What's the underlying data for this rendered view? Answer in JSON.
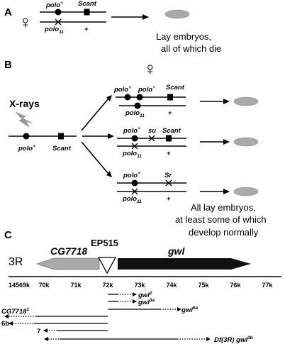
{
  "panels": {
    "a": "A",
    "b": "B",
    "c": "C"
  },
  "symbols": {
    "female": "♀"
  },
  "alleles": {
    "polo": "polo",
    "polo_plus_sup": "+",
    "polo11_sup": "11",
    "scant": "Scant",
    "plus": "+",
    "su": "su",
    "sr": "Sr"
  },
  "panel_a": {
    "result": [
      "Lay embryos,",
      "all of which die"
    ]
  },
  "panel_b": {
    "xrays": "X-rays",
    "result": [
      "All lay embryos,",
      "at least some of which",
      "develop normally"
    ]
  },
  "panel_c": {
    "chromosome": "3R",
    "insertion": "EP515",
    "genes": {
      "left": "CG7718",
      "right": "gwl"
    },
    "ticks": [
      "14569k",
      "70k",
      "71k",
      "72k",
      "73k",
      "74k",
      "75k",
      "76k",
      "77k"
    ],
    "alleles": {
      "gwl2": {
        "base": "gwl",
        "sup": "2"
      },
      "gwl3a": {
        "base": "gwl",
        "sup": "3a"
      },
      "gwl6a": {
        "base": "gwl",
        "sup": "6a"
      },
      "cg1": {
        "base": "CG7718",
        "sup": "1"
      },
      "six_b": "6b",
      "seven": "7",
      "df": {
        "prefix": "Df(3R) ",
        "base": "gwl",
        "sup": "3b"
      }
    }
  },
  "colors": {
    "egg": "#a9a9a9",
    "cg_arrow": "#a9a9a9",
    "gwl_arrow": "#111111",
    "line": "#000000"
  }
}
